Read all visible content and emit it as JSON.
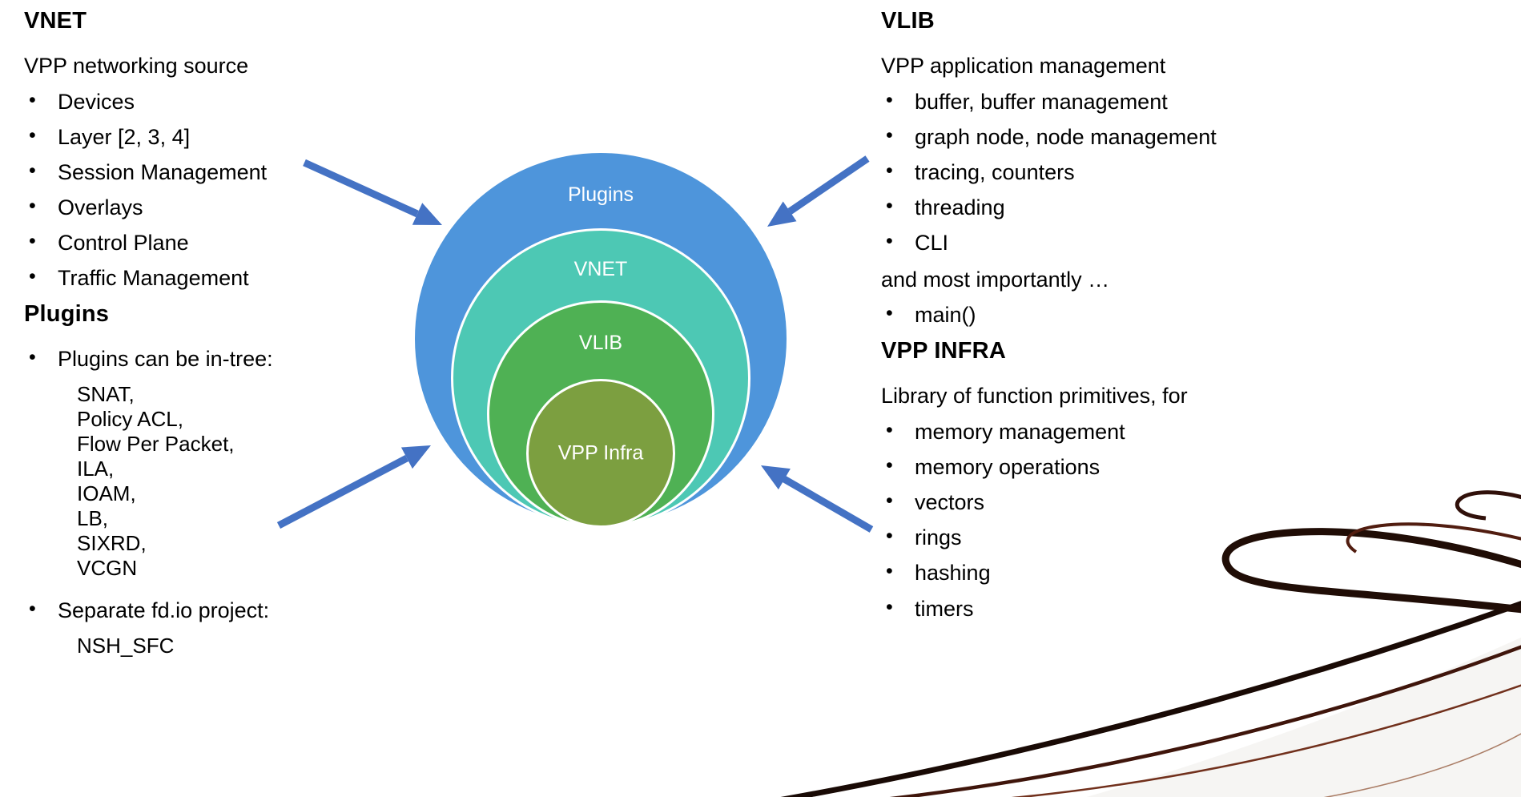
{
  "left": {
    "vnet": {
      "title": "VNET",
      "subtitle": "VPP networking source",
      "items": [
        "Devices",
        "Layer [2, 3, 4]",
        "Session Management",
        "Overlays",
        "Control Plane",
        "Traffic Management"
      ]
    },
    "plugins": {
      "title": "Plugins",
      "groups": [
        {
          "label": "Plugins can be in-tree:",
          "sub": [
            "SNAT,",
            "Policy ACL,",
            "Flow Per Packet,",
            "ILA,",
            "IOAM,",
            "LB,",
            "SIXRD,",
            "VCGN"
          ]
        },
        {
          "label": "Separate fd.io project:",
          "sub": [
            "NSH_SFC"
          ]
        }
      ]
    }
  },
  "right": {
    "vlib": {
      "title": "VLIB",
      "subtitle": "VPP application management",
      "items": [
        "buffer, buffer management",
        "graph node, node management",
        "tracing, counters",
        "threading",
        "CLI"
      ],
      "tagline": "and most importantly …",
      "tagline_items": [
        "main()"
      ]
    },
    "vpp_infra": {
      "title": "VPP INFRA",
      "subtitle": "Library of function primitives, for",
      "items": [
        "memory management",
        "memory operations",
        "vectors",
        "rings",
        "hashing",
        "timers"
      ]
    }
  },
  "diagram": {
    "rings": [
      {
        "label": "Plugins",
        "color": "#4E95DB"
      },
      {
        "label": "VNET",
        "color": "#4DC8B4"
      },
      {
        "label": "VLIB",
        "color": "#4FB154"
      },
      {
        "label": "VPP Infra",
        "color": "#7C9F40"
      }
    ],
    "arrow_color": "#4472C4"
  }
}
